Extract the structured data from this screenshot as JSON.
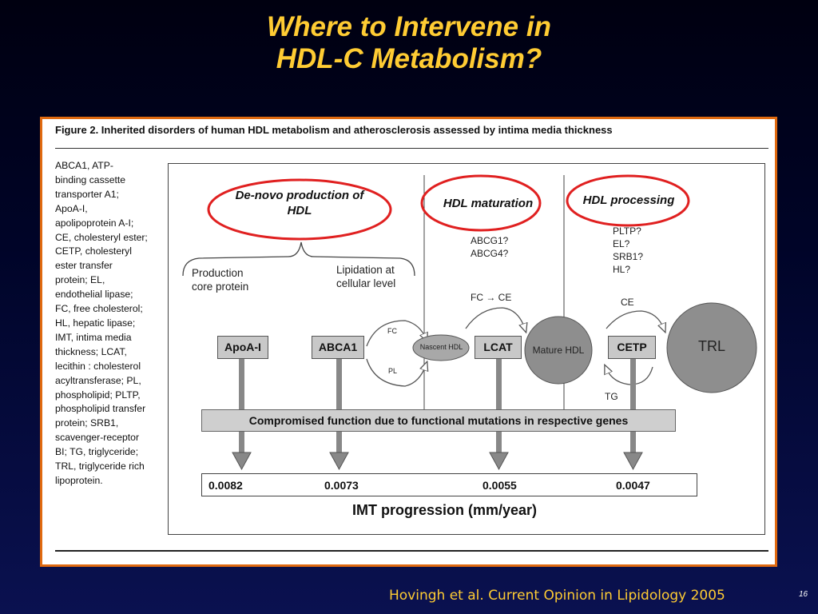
{
  "title": {
    "line1": "Where to Intervene in",
    "line2": "HDL-C Metabolism?"
  },
  "figure": {
    "title": "Figure 2. Inherited disorders of human HDL metabolism and atherosclerosis assessed by intima media thickness",
    "legend": [
      "ABCA1, ATP-",
      "binding cassette",
      "transporter A1;",
      "ApoA-I,",
      "apolipoprotein A-I;",
      "CE, cholesteryl ester;",
      "CETP, cholesteryl",
      "ester transfer",
      "protein; EL,",
      "endothelial lipase;",
      "FC, free cholesterol;",
      "HL, hepatic lipase;",
      "IMT, intima media",
      "thickness; LCAT,",
      "lecithin : cholesterol",
      "acyltransferase; PL,",
      "phospholipid; PLTP,",
      "phospholipid transfer",
      "protein; SRB1,",
      "scavenger-receptor",
      "BI; TG, triglyceride;",
      "TRL, triglyceride rich",
      "lipoprotein."
    ],
    "sections": {
      "denovo_line1": "De-novo production of",
      "denovo_line2": "HDL",
      "maturation": "HDL maturation",
      "processing": "HDL processing"
    },
    "labels": {
      "production_line1": "Production",
      "production_line2": "core protein",
      "lipidation_line1": "Lipidation at",
      "lipidation_line2": "cellular level",
      "abcg1": "ABCG1?",
      "abcg4": "ABCG4?",
      "pltp": "PLTP?",
      "el": "EL?",
      "srb1": "SRB1?",
      "hl": "HL?",
      "fc_to_ce": "FC → CE",
      "ce": "CE",
      "tg": "TG",
      "fc": "FC",
      "pl": "PL"
    },
    "boxes": {
      "apoa1": "ApoA-I",
      "abca1": "ABCA1",
      "lcat": "LCAT",
      "cetp": "CETP"
    },
    "particles": {
      "nascent": "Nascent HDL",
      "mature": "Mature HDL",
      "trl": "TRL"
    },
    "band": "Compromised function due to functional mutations in respective genes",
    "values": [
      "0.0082",
      "0.0073",
      "0.0055",
      "0.0047"
    ],
    "imt_label": "IMT progression (mm/year)"
  },
  "citation": "Hovingh et al. Current Opinion in Lipidology 2005",
  "page_number": "16",
  "colors": {
    "title": "#ffcc33",
    "highlight_ring": "#e02020",
    "frame": "#e06a10"
  }
}
